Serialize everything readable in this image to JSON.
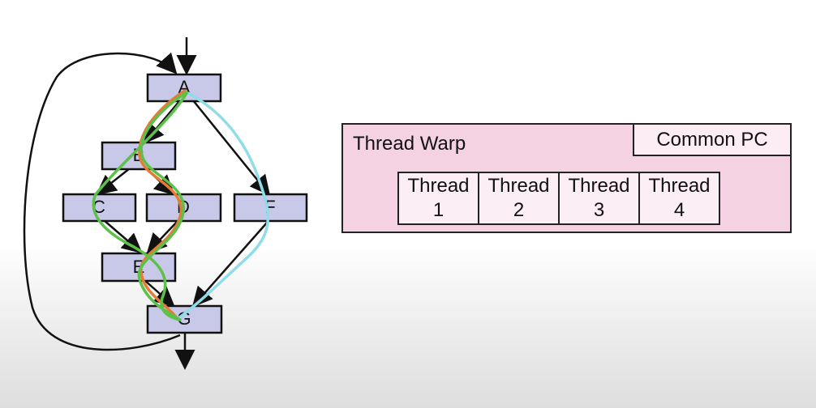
{
  "cfg": {
    "nodes": [
      {
        "id": "A",
        "label": "A"
      },
      {
        "id": "B",
        "label": "B"
      },
      {
        "id": "C",
        "label": "C"
      },
      {
        "id": "D",
        "label": "D"
      },
      {
        "id": "F",
        "label": "F"
      },
      {
        "id": "E",
        "label": "E"
      },
      {
        "id": "G",
        "label": "G"
      }
    ],
    "thread_colors": {
      "orange": "#e57c36",
      "green": "#5cc04a",
      "cyan": "#8fdde8"
    }
  },
  "warp": {
    "title": "Thread Warp",
    "common_pc": "Common PC",
    "threads": [
      {
        "word": "Thread",
        "num": "1"
      },
      {
        "word": "Thread",
        "num": "2"
      },
      {
        "word": "Thread",
        "num": "3"
      },
      {
        "word": "Thread",
        "num": "4"
      }
    ]
  }
}
